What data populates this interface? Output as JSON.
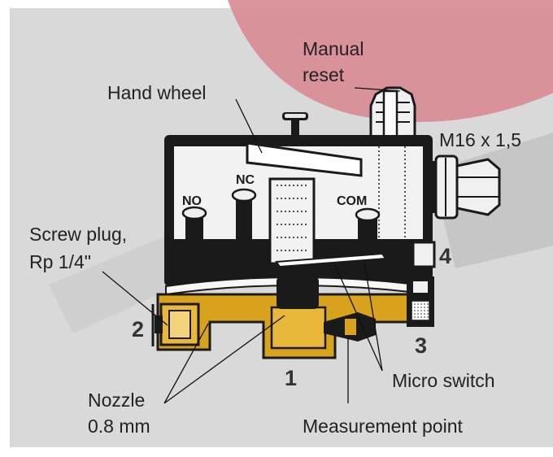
{
  "labels": {
    "manual_reset_1": "Manual",
    "manual_reset_2": "reset",
    "hand_wheel": "Hand wheel",
    "thread": "M16 x 1,5",
    "nc": "NC",
    "no": "NO",
    "com": "COM",
    "screw_plug_1": "Screw plug,",
    "screw_plug_2": "Rp 1/4\"",
    "port_2": "2",
    "port_4": "4",
    "port_3": "3",
    "port_1": "1",
    "micro_switch": "Micro switch",
    "nozzle_1": "Nozzle",
    "nozzle_2": "0.8 mm",
    "measurement_point": "Measurement point"
  },
  "colors": {
    "background": "#d9d9d9",
    "watermark_red": "#d98a92",
    "brass": "#d9a21c",
    "housing": "#1a1a1a",
    "interior": "#f2f2f2"
  }
}
